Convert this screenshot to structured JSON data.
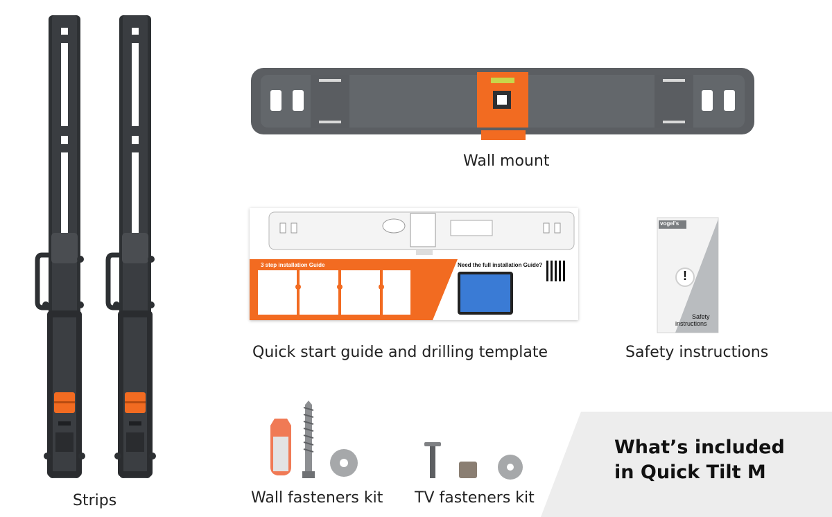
{
  "items": {
    "strips": {
      "label": "Strips"
    },
    "wall_mount": {
      "label": "Wall mount"
    },
    "guide": {
      "label": "Quick start guide and drilling template",
      "steps_heading": "3 step installation Guide",
      "full_guide_heading": "Need the full installation Guide?"
    },
    "safety": {
      "label": "Safety instructions",
      "booklet_brand": "vogel's",
      "booklet_text_line1": "Safety",
      "booklet_text_line2": "instructions",
      "warning_symbol": "!"
    },
    "wall_fasteners": {
      "label": "Wall fasteners kit"
    },
    "tv_fasteners": {
      "label": "TV fasteners kit"
    }
  },
  "banner": {
    "line1": "What’s included",
    "line2": "in Quick Tilt M"
  },
  "colors": {
    "accent": "#f26b21",
    "metal_dark": "#2f3235",
    "mount_gray": "#5b5e62",
    "banner_bg": "#ededed"
  }
}
